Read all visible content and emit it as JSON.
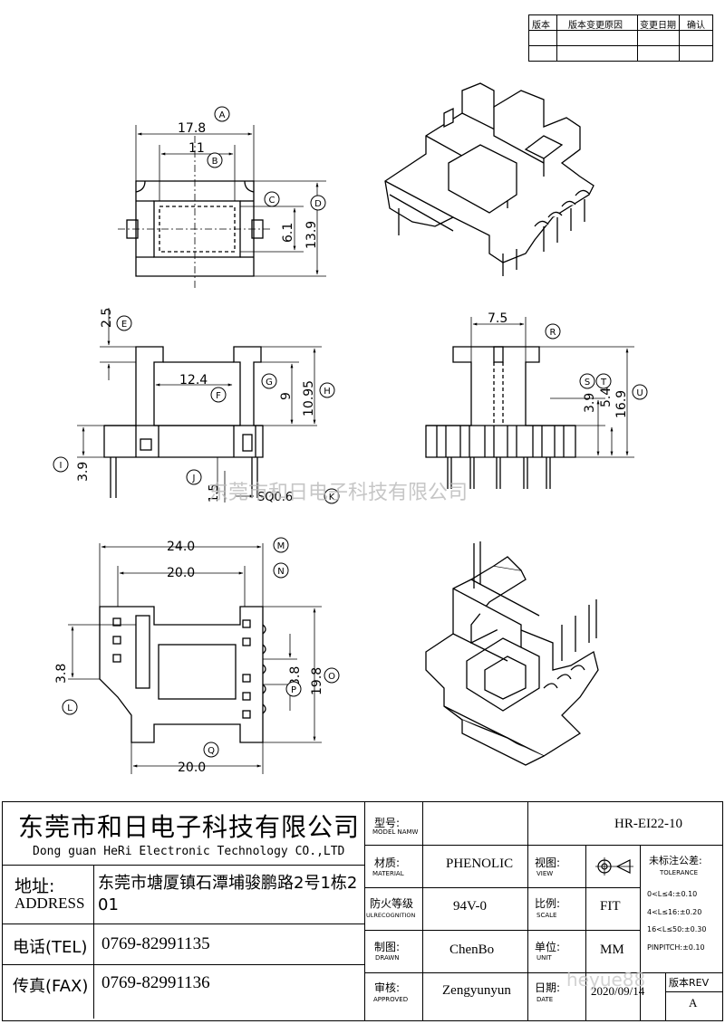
{
  "revision_table": {
    "headers": [
      "版本",
      "版本变更原因",
      "变更日期",
      "确认"
    ]
  },
  "dimensions": {
    "A": "17.8",
    "B": "11",
    "C_D_inner": "6.1",
    "D": "13.9",
    "E": "2.5",
    "F": "12.4",
    "G": "9",
    "H": "10.95",
    "I": "3.9",
    "J": "1.5",
    "K": "SQ0.6",
    "R": "7.5",
    "S": "3.9",
    "T": "5.4",
    "U": "16.9",
    "M": "24.0",
    "N": "20.0",
    "L": "3.8",
    "P": "3.8",
    "O": "19.8",
    "Q": "20.0"
  },
  "callouts": [
    "A",
    "B",
    "C",
    "D",
    "E",
    "F",
    "G",
    "H",
    "I",
    "J",
    "K",
    "R",
    "S",
    "T",
    "U",
    "M",
    "N",
    "L",
    "P",
    "O",
    "Q"
  ],
  "watermark": "东莞市和日电子科技有限公司",
  "watermark2": "heyue88",
  "company": {
    "name_cn": "东莞市和日电子科技有限公司",
    "name_en": "Dong guan HeRi Electronic Technology CO.,LTD",
    "address_label_cn": "地址:",
    "address_label_en": "ADDRESS",
    "address_value": "东莞市塘厦镇石潭埔骏鹏路2号1栋201",
    "tel_label": "电话(TEL)",
    "tel_value": "0769-82991135",
    "fax_label": "传真(FAX)",
    "fax_value": "0769-82991136"
  },
  "title_block": {
    "model_label_cn": "型号:",
    "model_label_en": "MODEL NAMW",
    "model_value": "HR-EI22-10",
    "material_label_cn": "材质:",
    "material_label_en": "MATERIAL",
    "material_value": "PHENOLIC",
    "view_label_cn": "视图:",
    "view_label_en": "VIEW",
    "tolerance_label_cn": "未标注公差:",
    "tolerance_label_en": "TOLERANCE",
    "tolerance_lines": [
      "0<L≤4:±0.10",
      "4<L≤16:±0.20",
      "16<L≤50:±0.30",
      "PINPITCH:±0.10"
    ],
    "fire_label_cn": "防火等级",
    "fire_label_en": "ULRECOGNITION",
    "fire_value": "94V-0",
    "scale_label_cn": "比例:",
    "scale_label_en": "SCALE",
    "scale_value": "FIT",
    "drawn_label_cn": "制图:",
    "drawn_label_en": "DRAWN",
    "drawn_value": "ChenBo",
    "unit_label_cn": "单位:",
    "unit_label_en": "UNIT",
    "unit_value": "MM",
    "approved_label_cn": "审核:",
    "approved_label_en": "APPROVED",
    "approved_value": "Zengyunyun",
    "date_label_cn": "日期:",
    "date_label_en": "DATE",
    "date_value": "2020/09/14",
    "rev_label": "版本REV",
    "rev_value": "A"
  }
}
